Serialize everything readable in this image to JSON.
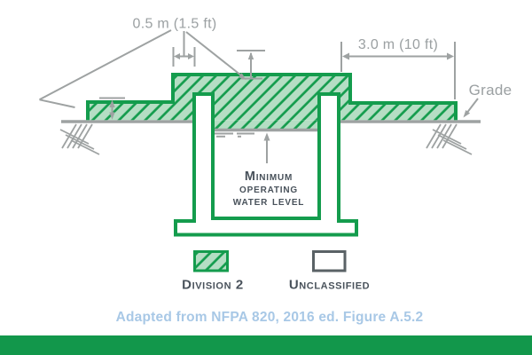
{
  "colors": {
    "green": "#149C4D",
    "hatch_fill": "#B5DEC4",
    "gray_line": "#9EA2A2",
    "text_gray": "#9BA0A2",
    "dark_text": "#49525B",
    "caption_blue": "#A8C8E6",
    "legend_border_gray": "#5A6266",
    "bar_green": "#12974B"
  },
  "diagram": {
    "dim_small": "0.5 m (1.5 ft)",
    "dim_large": "3.0 m (10 ft)",
    "grade_label": "Grade",
    "water_level_label": {
      "line1": "Minimum",
      "line2": "operating",
      "line3": "water level"
    }
  },
  "legend": {
    "division2": "Division 2",
    "unclassified": "Unclassified"
  },
  "caption": "Adapted from NFPA 820, 2016 ed. Figure A.5.2"
}
